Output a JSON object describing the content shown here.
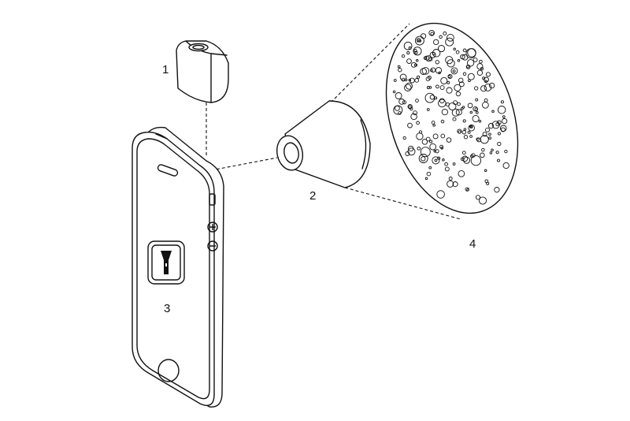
{
  "labels": {
    "part1": "1",
    "part2": "2",
    "part3": "3",
    "part4": "4"
  },
  "icons": {
    "app": "flashlight-icon"
  },
  "colors": {
    "ink": "#111111",
    "paper": "#ffffff"
  }
}
